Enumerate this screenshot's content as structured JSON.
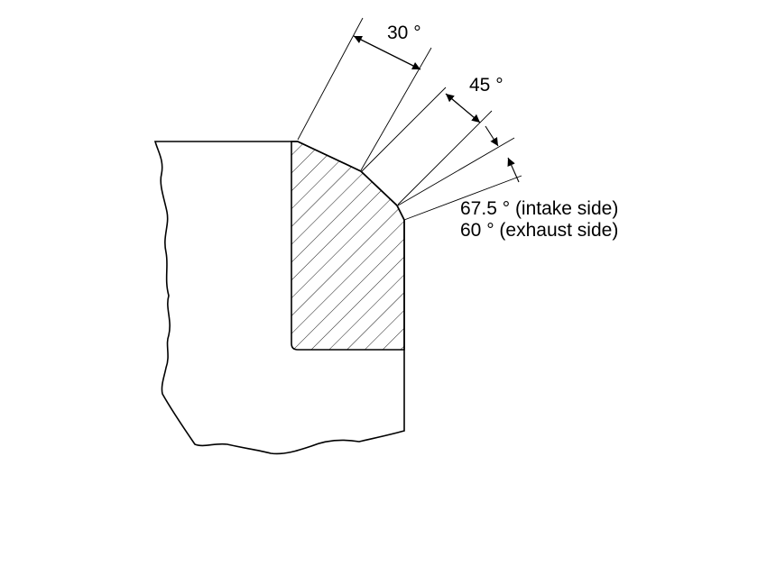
{
  "angles": {
    "angle_1": "30 °",
    "angle_2": "45 °",
    "angle_3_intake": "67.5 ° (intake side)",
    "angle_3_exhaust": "60 ° (exhaust side)"
  },
  "colors": {
    "ink": "#000000",
    "background": "#ffffff"
  }
}
